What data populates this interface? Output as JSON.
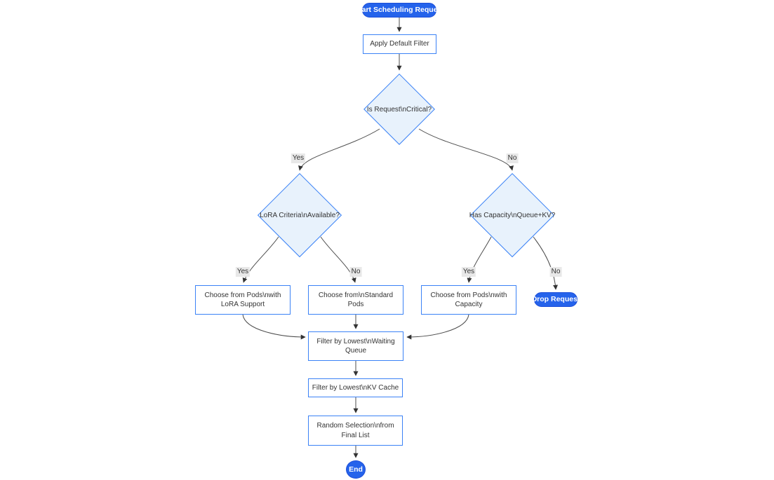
{
  "diagram": {
    "type": "flowchart",
    "direction": "top-down",
    "description": "Scheduling request decision flowchart"
  },
  "colors": {
    "background": "#ffffff",
    "accent_blue": "#2563eb",
    "accent_blue_dark": "#1d4ed8",
    "node_border": "#3b82f6",
    "node_fill": "#ffffff",
    "decision_fill": "#e8f2fc",
    "node_text": "#333333",
    "pill_text": "#ffffff",
    "edge_line": "#4d4d4d",
    "edge_label_bg": "#e8e8e8"
  },
  "nodes": {
    "start": {
      "label": "Start Scheduling Request",
      "shape": "pill"
    },
    "apply_filter": {
      "label": "Apply Default Filter",
      "shape": "rect"
    },
    "is_critical": {
      "label": "Is Request\\nCritical?",
      "shape": "diamond"
    },
    "lora_criteria": {
      "label": "LoRA Criteria\\nAvailable?",
      "shape": "diamond"
    },
    "has_capacity": {
      "label": "Has Capacity\\nQueue+KV?",
      "shape": "diamond"
    },
    "choose_lora": {
      "label": "Choose from Pods\\nwith\nLoRA Support",
      "shape": "rect"
    },
    "choose_standard": {
      "label": "Choose from\\nStandard\nPods",
      "shape": "rect"
    },
    "choose_capacity": {
      "label": "Choose from Pods\\nwith\nCapacity",
      "shape": "rect"
    },
    "drop_request": {
      "label": "Drop Request",
      "shape": "pill"
    },
    "filter_queue": {
      "label": "Filter by Lowest\\nWaiting\nQueue",
      "shape": "rect"
    },
    "filter_kv": {
      "label": "Filter by Lowest\\nKV Cache",
      "shape": "rect"
    },
    "random_selection": {
      "label": "Random Selection\\nfrom\nFinal List",
      "shape": "rect"
    },
    "end": {
      "label": "End",
      "shape": "pill"
    }
  },
  "edge_labels": {
    "critical_yes": "Yes",
    "critical_no": "No",
    "lora_yes": "Yes",
    "lora_no": "No",
    "capacity_yes": "Yes",
    "capacity_no": "No"
  }
}
